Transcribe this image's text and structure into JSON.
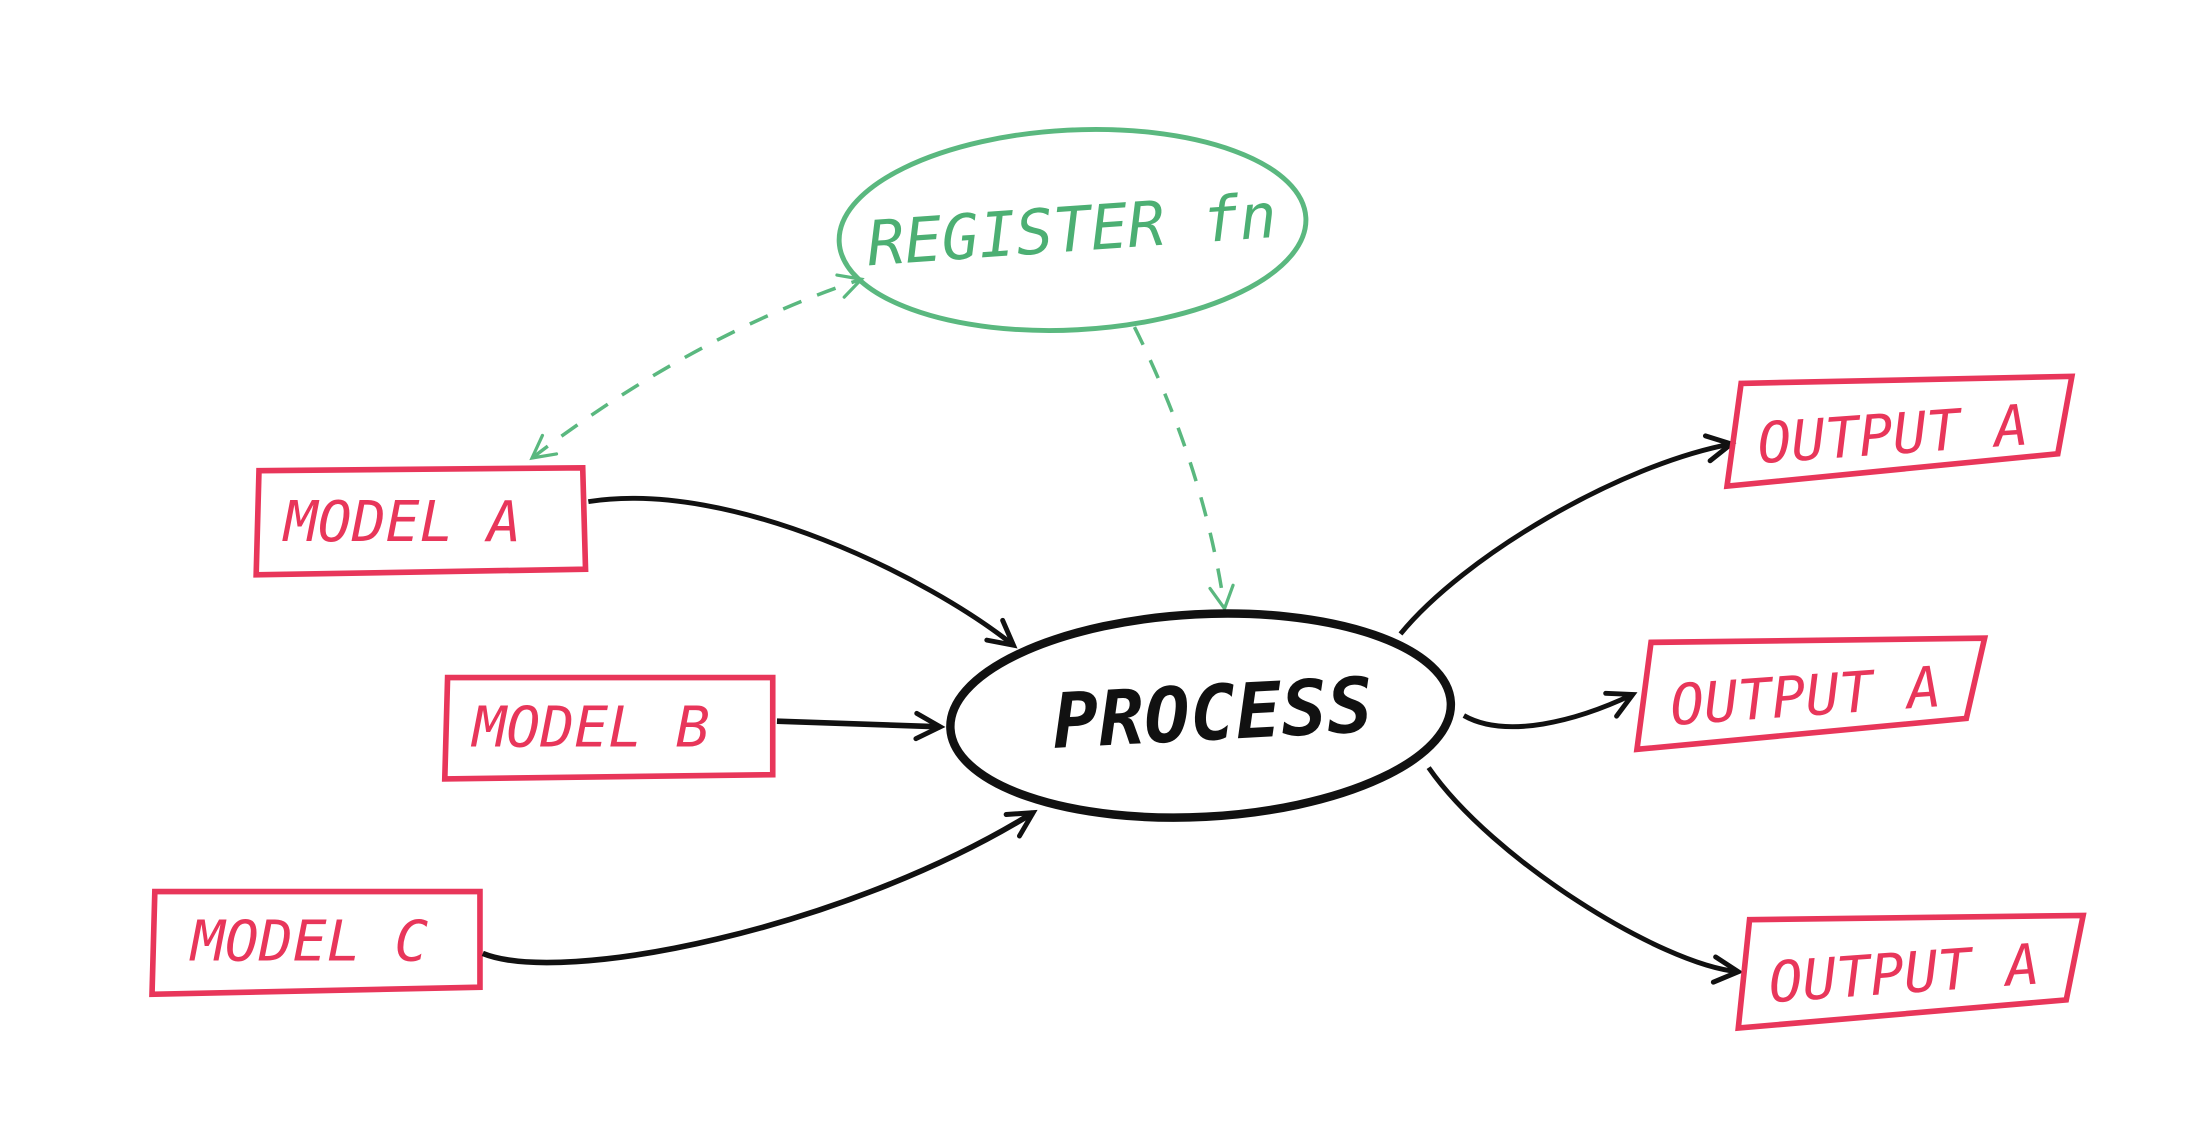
{
  "colors": {
    "model": "#e8365a",
    "register": "#5ab87f",
    "process": "#111111"
  },
  "register": {
    "label": "REGISTER fn"
  },
  "process": {
    "label": "PROCESS"
  },
  "models": [
    {
      "label": "MODEL A"
    },
    {
      "label": "MODEL B"
    },
    {
      "label": "MODEL C"
    }
  ],
  "outputs": [
    {
      "label": "OUTPUT A"
    },
    {
      "label": "OUTPUT A"
    },
    {
      "label": "OUTPUT A"
    }
  ]
}
